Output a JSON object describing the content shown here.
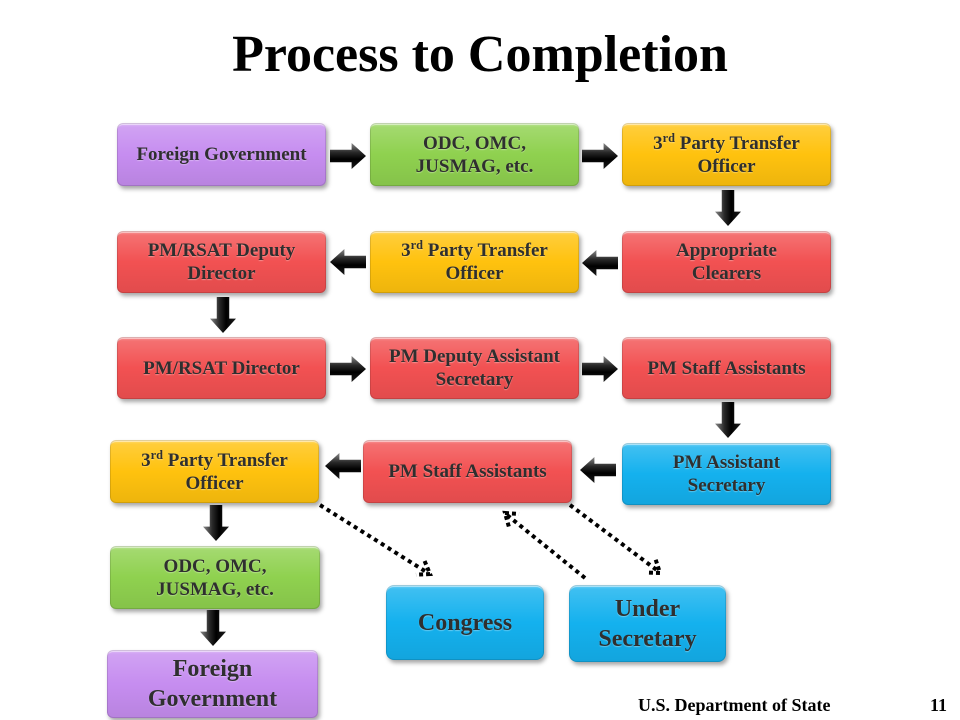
{
  "slide": {
    "title": "Process to Completion",
    "footer": "U.S. Department of State",
    "page_number": "11"
  },
  "colors": {
    "purple": "#c68df0",
    "green": "#8fd14f",
    "yellow": "#ffc20e",
    "red": "#f25152",
    "blue": "#14b1ee"
  },
  "flow": {
    "row1": {
      "foreign_government": "Foreign Government",
      "odc": "ODC, OMC, JUSMAG, etc.",
      "transfer_officer": {
        "num": "3",
        "sup": "rd",
        "rest": "Party Transfer Officer"
      }
    },
    "row2": {
      "appropriate_clearers": "Appropriate Clearers",
      "transfer_officer": {
        "num": "3",
        "sup": "rd",
        "rest": "Party Transfer Officer"
      },
      "rsat_deputy_director": "PM/RSAT Deputy Director"
    },
    "row3": {
      "rsat_director": "PM/RSAT Director",
      "pm_deputy_assistant_secretary": "PM Deputy Assistant Secretary",
      "pm_staff_assistants": "PM Staff Assistants"
    },
    "row4": {
      "pm_assistant_secretary": "PM Assistant Secretary",
      "pm_staff_assistants": "PM Staff Assistants",
      "transfer_officer": {
        "num": "3",
        "sup": "rd",
        "rest": "Party Transfer Officer"
      }
    },
    "row5": {
      "odc": "ODC, OMC, JUSMAG, etc.",
      "foreign_government": "Foreign Government"
    },
    "offices": {
      "congress": "Congress",
      "under_secretary": "Under Secretary"
    }
  }
}
